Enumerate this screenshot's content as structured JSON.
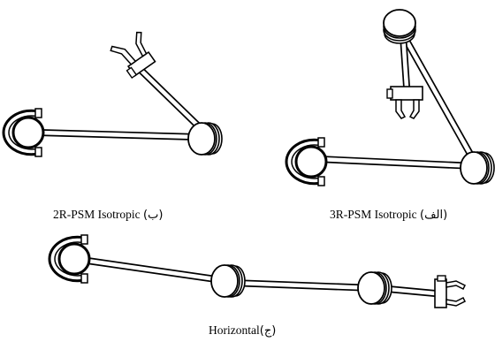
{
  "captions": {
    "panel_b": {
      "text": "2R-PSM Isotropic",
      "label": "(ب)"
    },
    "panel_a": {
      "text": "3R-PSM Isotropic",
      "label": "(الف)"
    },
    "panel_c": {
      "text": "Horizontal",
      "label": "(ج)"
    }
  }
}
